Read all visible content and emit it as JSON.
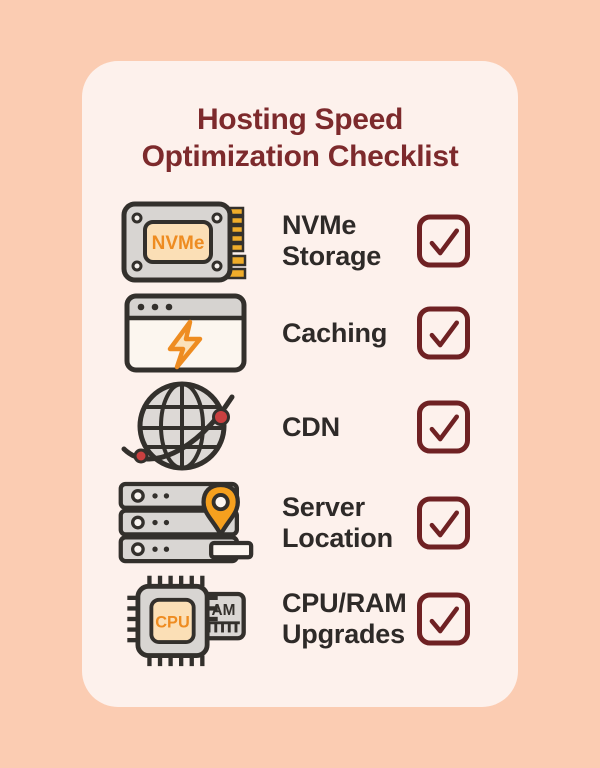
{
  "title": {
    "line1": "Hosting Speed",
    "line2": "Optimization Checklist"
  },
  "items": [
    {
      "name": "nvme-storage",
      "label_line1": "NVMe",
      "label_line2": "Storage",
      "icon": "nvme-ssd-icon",
      "checked": true
    },
    {
      "name": "caching",
      "label_line1": "Caching",
      "label_line2": "",
      "icon": "browser-lightning-icon",
      "checked": true
    },
    {
      "name": "cdn",
      "label_line1": "CDN",
      "label_line2": "",
      "icon": "globe-network-icon",
      "checked": true
    },
    {
      "name": "server-location",
      "label_line1": "Server",
      "label_line2": "Location",
      "icon": "server-location-icon",
      "checked": true
    },
    {
      "name": "cpu-ram-upgrades",
      "label_line1": "CPU/RAM",
      "label_line2": "Upgrades",
      "icon": "cpu-ram-icon",
      "checked": true
    }
  ],
  "icon_labels": {
    "nvme_chip": "NVMe",
    "cpu_chip": "CPU",
    "ram_chip": "AM"
  },
  "palette": {
    "background": "#fbccb2",
    "card": "#fdf1ec",
    "title_maroon": "#7d2a2c",
    "label_dark": "#2e2a28",
    "checkbox_maroon": "#6f2123",
    "icon_outline": "#33302c",
    "icon_grey": "#d8d5d2",
    "icon_peach": "#fbdfb6",
    "orange": "#ee8c21",
    "pin_orange": "#f6a01e",
    "pin_yellow": "#efac2a",
    "node_red": "#c94040"
  }
}
